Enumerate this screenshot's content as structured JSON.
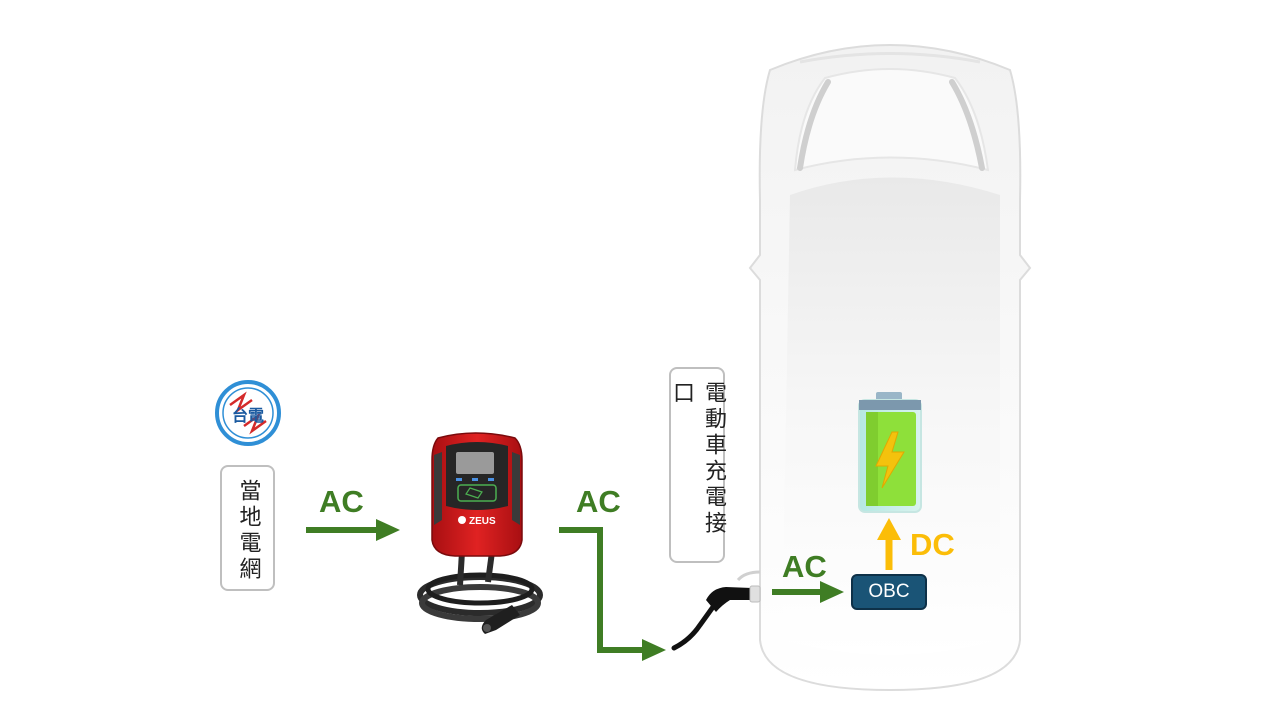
{
  "grid": {
    "label": "當地電網",
    "logo_text": "台電"
  },
  "charger": {
    "brand": "ZEUS"
  },
  "inlet": {
    "label": "電動車充電接口"
  },
  "flows": {
    "ac_1": "AC",
    "ac_2": "AC",
    "ac_3": "AC",
    "dc": "DC"
  },
  "obc": {
    "label": "OBC"
  },
  "colors": {
    "ac_arrow": "#3f7d24",
    "dc_arrow": "#fbbd08",
    "obc_fill": "#1a5476",
    "battery_green": "#8ee03a",
    "charger_red": "#d81e1e"
  }
}
